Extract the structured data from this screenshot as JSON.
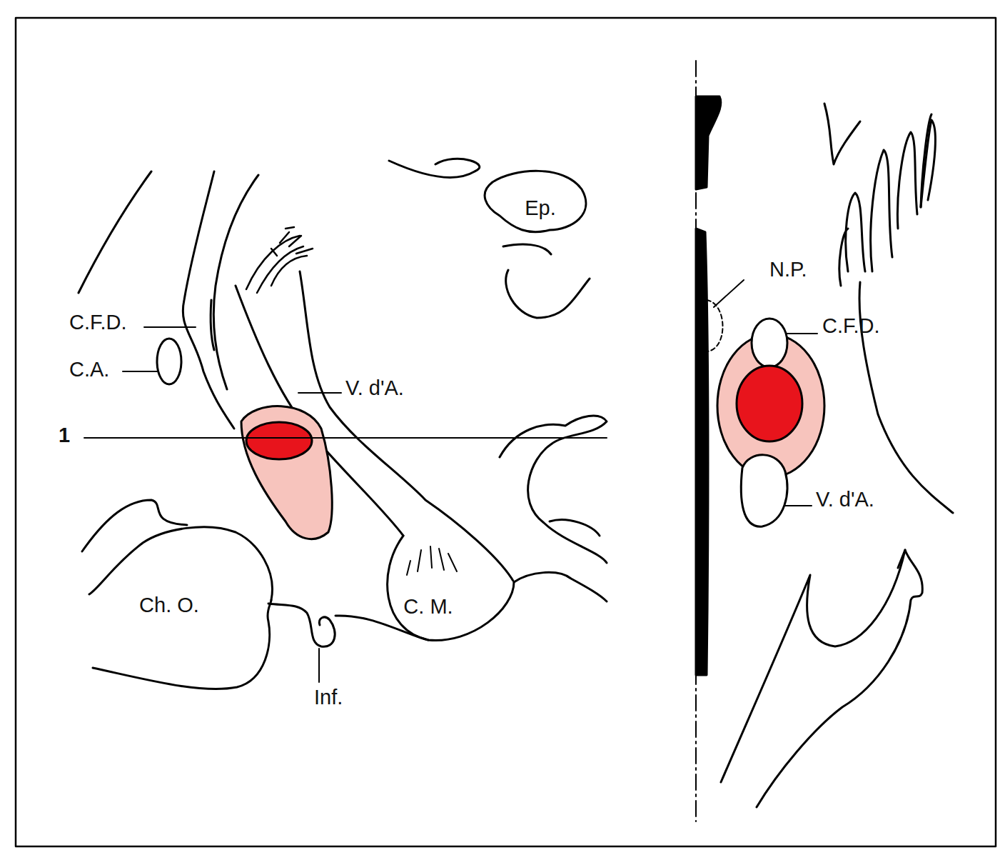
{
  "diagram": {
    "nodes": [
      {
        "text": [
          "Ep."
        ]
      },
      {
        "text": [
          "Ch. O."
        ]
      },
      {
        "text": [
          "C. M."
        ]
      }
    ],
    "labels": [
      "C.F.D.",
      "C.A.",
      "V. d'A.",
      "1",
      "Inf.",
      "N.P.",
      "C.F.D.",
      "V. d'A."
    ]
  }
}
